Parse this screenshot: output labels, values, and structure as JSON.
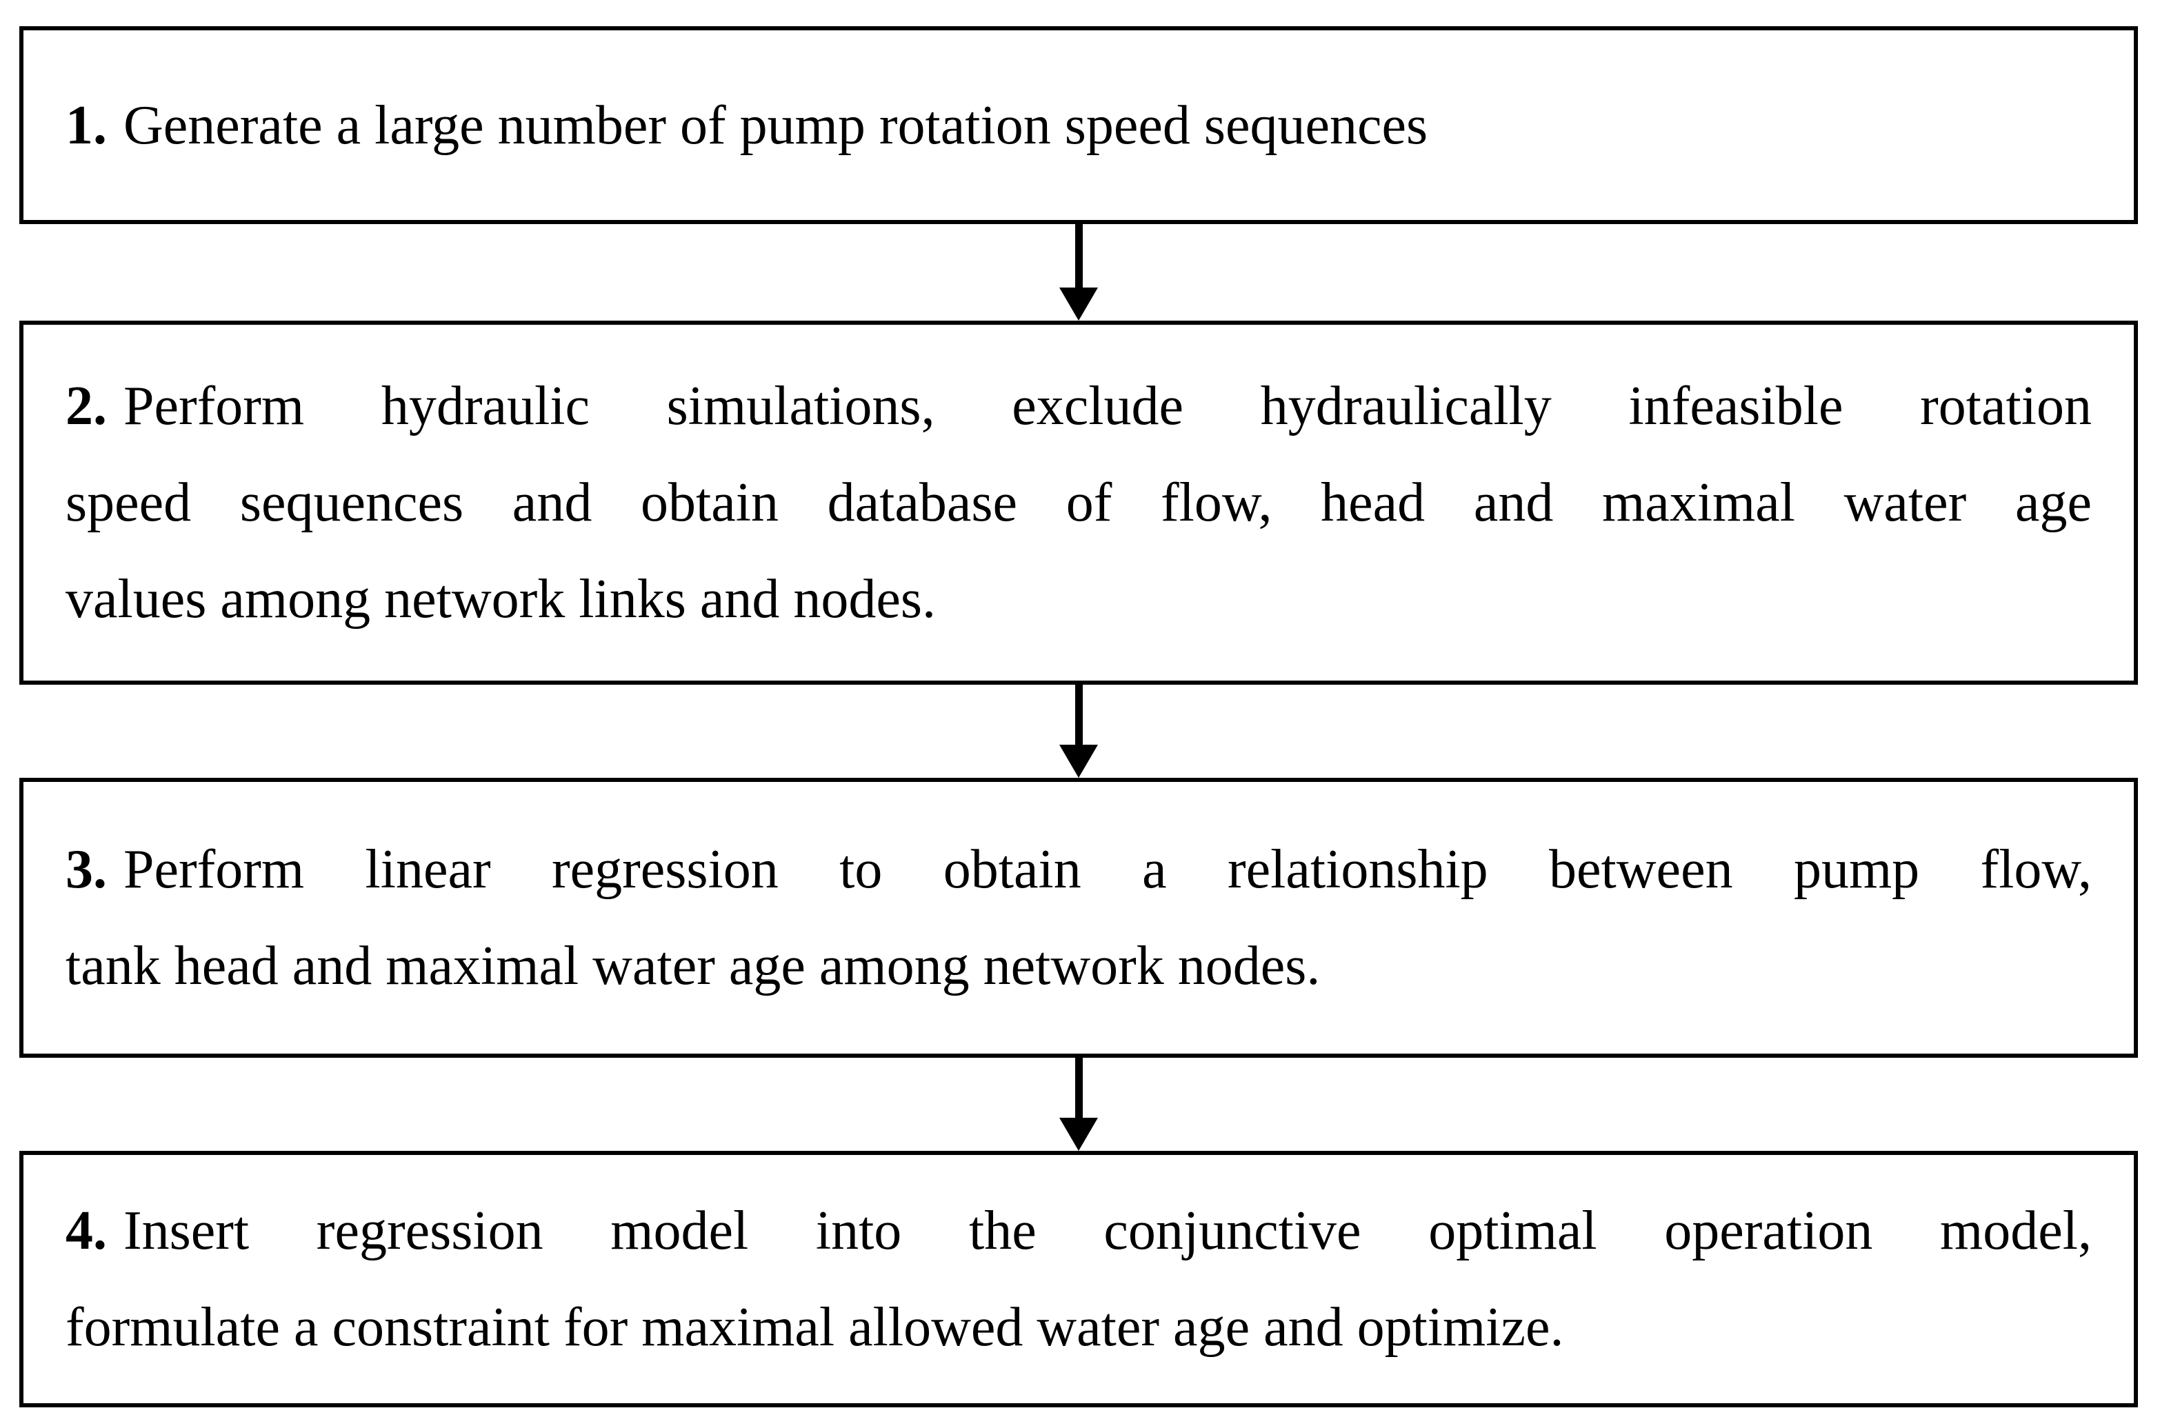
{
  "figure": {
    "type": "flowchart",
    "colors": {
      "background": "#ffffff",
      "box_border": "#000000",
      "text": "#000000",
      "arrow": "#000000"
    },
    "steps": [
      {
        "number": "1.",
        "lines": [
          "Generate a large number of pump rotation speed sequences"
        ]
      },
      {
        "number": "2.",
        "lines": [
          "Perform hydraulic simulations, exclude hydraulically infeasible rotation",
          "speed sequences and obtain database of flow, head and maximal water age",
          "values among network links and nodes."
        ]
      },
      {
        "number": "3.",
        "lines": [
          "Perform linear regression to obtain a relationship between pump flow,",
          "tank head and maximal water age among network nodes."
        ]
      },
      {
        "number": "4.",
        "lines": [
          "Insert regression model into the conjunctive optimal operation model,",
          "formulate a constraint for maximal allowed water age and optimize."
        ]
      }
    ],
    "connectors": [
      "down-arrow",
      "down-arrow",
      "down-arrow"
    ]
  }
}
